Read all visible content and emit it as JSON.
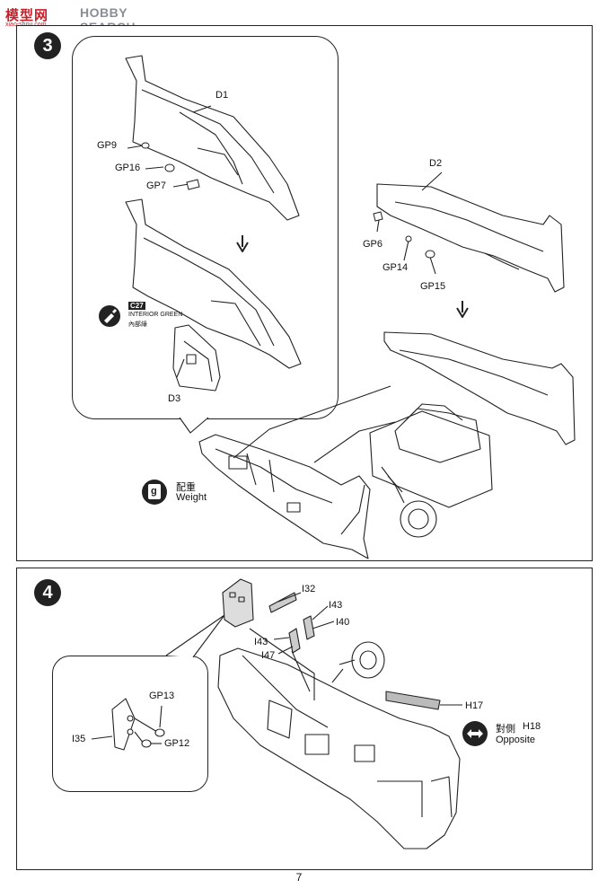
{
  "watermark": {
    "logo": "模型网",
    "site": "xiao-shou.com",
    "search": "HOBBY SEARCH"
  },
  "step3": {
    "number": "3",
    "parts": {
      "d1": "D1",
      "gp9": "GP9",
      "gp16": "GP16",
      "gp7": "GP7",
      "d2": "D2",
      "gp6": "GP6",
      "gp14": "GP14",
      "gp15": "GP15",
      "d3": "D3"
    },
    "paint": {
      "code": "C27",
      "name_en": "INTERIOR GREEN",
      "name_zh": "內部綠"
    },
    "weight": {
      "icon": "g",
      "label_zh": "配重",
      "label_en": "Weight"
    }
  },
  "step4": {
    "number": "4",
    "parts": {
      "i32": "I32",
      "i43a": "I43",
      "i40": "I40",
      "i43b": "I43",
      "i47": "I47",
      "h17": "H17",
      "gp13": "GP13",
      "i35": "I35",
      "gp12": "GP12"
    },
    "opposite": {
      "label_zh": "對側",
      "part": "H18",
      "label_en": "Opposite"
    }
  },
  "page_number": "7"
}
